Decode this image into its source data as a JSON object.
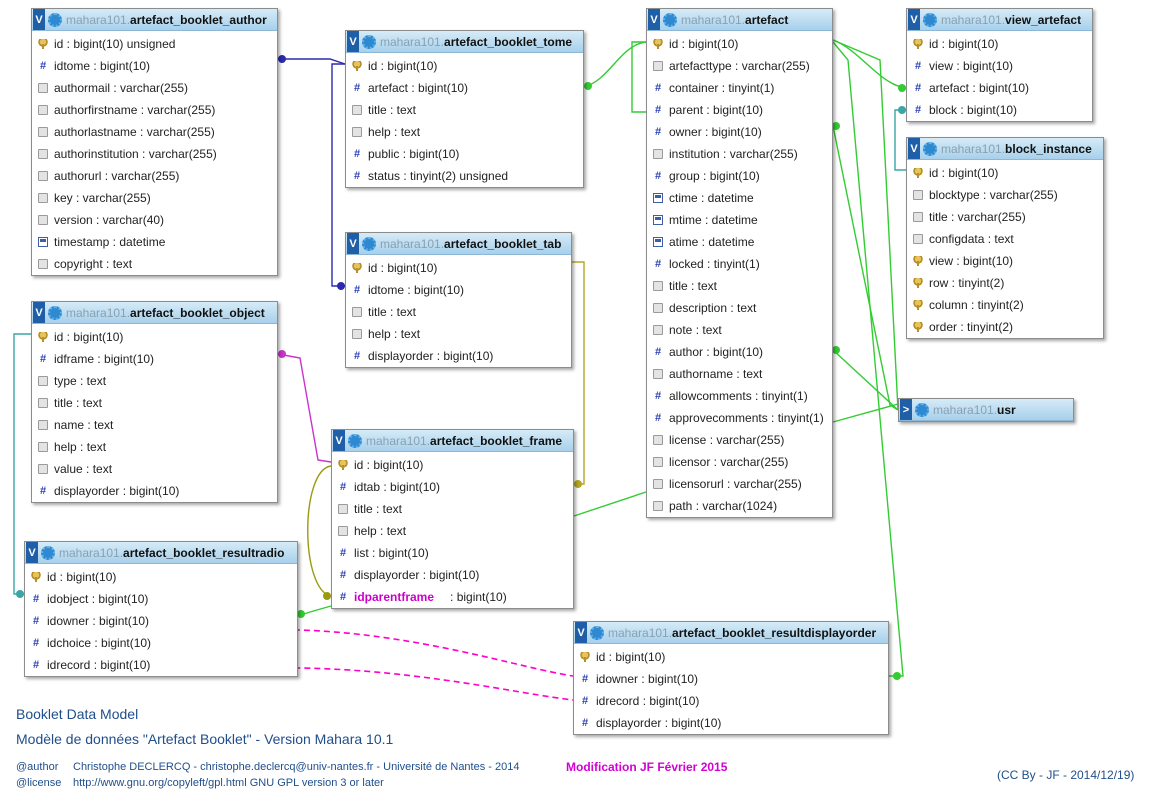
{
  "prefix": "mahara101.",
  "toggle": "V",
  "tables": [
    {
      "id": "author",
      "name": "artefact_booklet_author",
      "rows": [
        {
          "t": "key",
          "text": "id : bigint(10) unsigned"
        },
        {
          "t": "num",
          "text": "idtome : bigint(10)"
        },
        {
          "t": "txt",
          "text": "authormail : varchar(255)"
        },
        {
          "t": "txt",
          "text": "authorfirstname : varchar(255)"
        },
        {
          "t": "txt",
          "text": "authorlastname : varchar(255)"
        },
        {
          "t": "txt",
          "text": "authorinstitution : varchar(255)"
        },
        {
          "t": "txt",
          "text": "authorurl : varchar(255)"
        },
        {
          "t": "txt",
          "text": "key : varchar(255)"
        },
        {
          "t": "txt",
          "text": "version : varchar(40)"
        },
        {
          "t": "date",
          "text": "timestamp : datetime"
        },
        {
          "t": "txt",
          "text": "copyright : text"
        }
      ]
    },
    {
      "id": "tome",
      "name": "artefact_booklet_tome",
      "rows": [
        {
          "t": "key",
          "text": "id : bigint(10)"
        },
        {
          "t": "num",
          "text": "artefact : bigint(10)"
        },
        {
          "t": "txt",
          "text": "title : text"
        },
        {
          "t": "txt",
          "text": "help : text"
        },
        {
          "t": "num",
          "text": "public : bigint(10)"
        },
        {
          "t": "num",
          "text": "status : tinyint(2) unsigned"
        }
      ]
    },
    {
      "id": "tab",
      "name": "artefact_booklet_tab",
      "rows": [
        {
          "t": "key",
          "text": "id : bigint(10)"
        },
        {
          "t": "num",
          "text": "idtome : bigint(10)"
        },
        {
          "t": "txt",
          "text": "title : text"
        },
        {
          "t": "txt",
          "text": "help : text"
        },
        {
          "t": "num",
          "text": "displayorder : bigint(10)"
        }
      ]
    },
    {
      "id": "object",
      "name": "artefact_booklet_object",
      "rows": [
        {
          "t": "key",
          "text": "id : bigint(10)"
        },
        {
          "t": "num",
          "text": "idframe : bigint(10)"
        },
        {
          "t": "txt",
          "text": "type : text"
        },
        {
          "t": "txt",
          "text": "title : text"
        },
        {
          "t": "txt",
          "text": "name : text"
        },
        {
          "t": "txt",
          "text": "help : text"
        },
        {
          "t": "txt",
          "text": "value : text"
        },
        {
          "t": "num",
          "text": "displayorder : bigint(10)"
        }
      ]
    },
    {
      "id": "frame",
      "name": "artefact_booklet_frame",
      "rows": [
        {
          "t": "key",
          "text": "id : bigint(10)"
        },
        {
          "t": "num",
          "text": "idtab : bigint(10)"
        },
        {
          "t": "txt",
          "text": "title : text"
        },
        {
          "t": "txt",
          "text": "help : text"
        },
        {
          "t": "num",
          "text": "list : bigint(10)"
        },
        {
          "t": "num",
          "text": "displayorder : bigint(10)"
        },
        {
          "t": "num",
          "text": "idparentframe",
          "fk": true,
          "rest": ": bigint(10)"
        }
      ]
    },
    {
      "id": "resultradio",
      "name": "artefact_booklet_resultradio",
      "rows": [
        {
          "t": "key",
          "text": "id : bigint(10)"
        },
        {
          "t": "num",
          "text": "idobject : bigint(10)"
        },
        {
          "t": "num",
          "text": "idowner : bigint(10)"
        },
        {
          "t": "num",
          "text": "idchoice : bigint(10)"
        },
        {
          "t": "num",
          "text": "idrecord : bigint(10)"
        }
      ]
    },
    {
      "id": "artefact",
      "name": "artefact",
      "rows": [
        {
          "t": "key",
          "text": "id : bigint(10)"
        },
        {
          "t": "txt",
          "text": "artefacttype : varchar(255)"
        },
        {
          "t": "num",
          "text": "container : tinyint(1)"
        },
        {
          "t": "num",
          "text": "parent : bigint(10)"
        },
        {
          "t": "num",
          "text": "owner : bigint(10)"
        },
        {
          "t": "txt",
          "text": "institution : varchar(255)"
        },
        {
          "t": "num",
          "text": "group : bigint(10)"
        },
        {
          "t": "date",
          "text": "ctime : datetime"
        },
        {
          "t": "date",
          "text": "mtime : datetime"
        },
        {
          "t": "date",
          "text": "atime : datetime"
        },
        {
          "t": "num",
          "text": "locked : tinyint(1)"
        },
        {
          "t": "txt",
          "text": "title : text"
        },
        {
          "t": "txt",
          "text": "description : text"
        },
        {
          "t": "txt",
          "text": "note : text"
        },
        {
          "t": "num",
          "text": "author : bigint(10)"
        },
        {
          "t": "txt",
          "text": "authorname : text"
        },
        {
          "t": "num",
          "text": "allowcomments : tinyint(1)"
        },
        {
          "t": "num",
          "text": "approvecomments : tinyint(1)"
        },
        {
          "t": "txt",
          "text": "license : varchar(255)"
        },
        {
          "t": "txt",
          "text": "licensor : varchar(255)"
        },
        {
          "t": "txt",
          "text": "licensorurl : varchar(255)"
        },
        {
          "t": "txt",
          "text": "path : varchar(1024)"
        }
      ]
    },
    {
      "id": "view_artefact",
      "name": "view_artefact",
      "rows": [
        {
          "t": "key",
          "text": "id : bigint(10)"
        },
        {
          "t": "num",
          "text": "view : bigint(10)"
        },
        {
          "t": "num",
          "text": "artefact : bigint(10)"
        },
        {
          "t": "num",
          "text": "block : bigint(10)"
        }
      ]
    },
    {
      "id": "block_instance",
      "name": "block_instance",
      "rows": [
        {
          "t": "key",
          "text": "id : bigint(10)"
        },
        {
          "t": "txt",
          "text": "blocktype : varchar(255)"
        },
        {
          "t": "txt",
          "text": "title : varchar(255)"
        },
        {
          "t": "txt",
          "text": "configdata : text"
        },
        {
          "t": "key",
          "text": "view : bigint(10)"
        },
        {
          "t": "key",
          "text": "row : tinyint(2)"
        },
        {
          "t": "key",
          "text": "column : tinyint(2)"
        },
        {
          "t": "key",
          "text": "order : tinyint(2)"
        }
      ]
    },
    {
      "id": "usr",
      "name": "usr",
      "collapsed": true,
      "rows": []
    },
    {
      "id": "resultdisplayorder",
      "name": "artefact_booklet_resultdisplayorder",
      "rows": [
        {
          "t": "key",
          "text": "id : bigint(10)"
        },
        {
          "t": "num",
          "text": "idowner : bigint(10)"
        },
        {
          "t": "num",
          "text": "idrecord : bigint(10)"
        },
        {
          "t": "num",
          "text": "displayorder : bigint(10)"
        }
      ]
    }
  ],
  "captions": {
    "title": "Booklet Data Model",
    "subtitle": "Modèle de données \"Artefact Booklet\" - Version Mahara 10.1",
    "author_label": "@author",
    "author_text": "Christophe DECLERCQ - christophe.declercq@univ-nantes.fr - Université de Nantes - 2014",
    "license_label": "@license",
    "license_text": "http://www.gnu.org/copyleft/gpl.html GNU GPL version 3 or later",
    "modification": "Modification JF Février 2015",
    "cc": "(CC By - JF - 2014/12/19)"
  },
  "colors": {
    "blue_link": "#2a2ab0",
    "green_link": "#33cc33",
    "yellow_link": "#b5a625",
    "magenta_link": "#cc33cc",
    "teal_link": "#3aa6a6",
    "pink_dashed": "#ff00cc",
    "olive_link": "#9a9a10"
  }
}
